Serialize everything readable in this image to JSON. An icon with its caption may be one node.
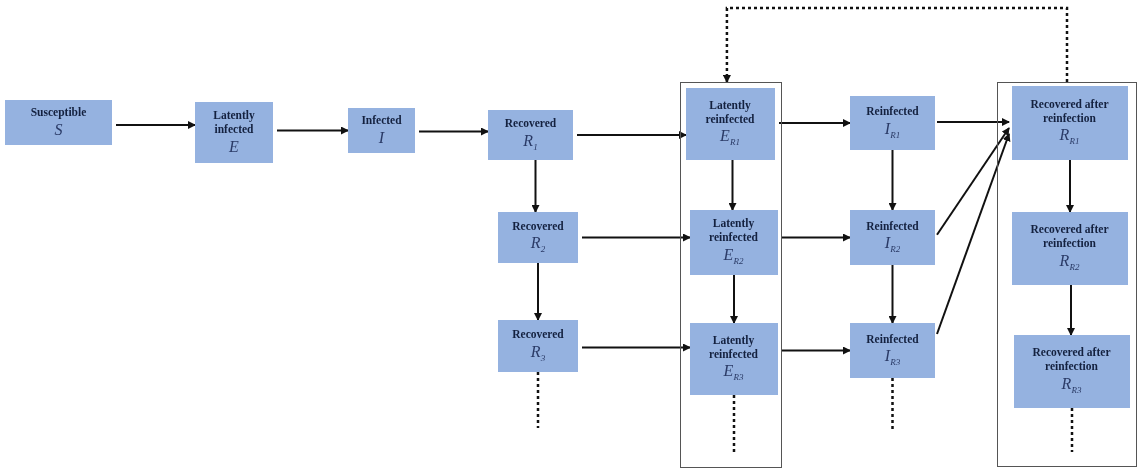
{
  "diagram": {
    "nodes": [
      {
        "text": [
          "Susceptible",
          "S"
        ]
      },
      {
        "text": [
          "Latently infected",
          "E"
        ]
      },
      {
        "text": [
          "Infected",
          "I"
        ]
      },
      {
        "text": [
          "Recovered",
          "R$_{1}$"
        ]
      },
      {
        "text": [
          "Recovered",
          "R$_{2}$"
        ]
      },
      {
        "text": [
          "Recovered",
          "R$_{3}$"
        ]
      },
      {
        "text": [],
        "shape": "box"
      },
      {
        "text": [
          "Latently reinfected",
          "E$_{R1}$"
        ],
        "in": 6
      },
      {
        "text": [
          "Latently reinfected",
          "E$_{R2}$"
        ],
        "in": 6
      },
      {
        "text": [
          "Latently reinfected",
          "E$_{R3}$"
        ],
        "in": 6
      },
      {
        "text": [
          "Reinfected",
          "I$_{R1}$"
        ]
      },
      {
        "text": [
          "Reinfected",
          "I$_{R2}$"
        ]
      },
      {
        "text": [
          "Reinfected",
          "I$_{R3}$"
        ]
      },
      {
        "text": [],
        "shape": "box"
      },
      {
        "text": [
          "Recovered after reinfection",
          "R$_{R1}$"
        ],
        "in": 13
      },
      {
        "text": [
          "Recovered after reinfection",
          "R$_{R2}$"
        ],
        "in": 13
      },
      {
        "text": [
          "Recovered after reinfection",
          "R$_{R3}$"
        ],
        "in": 13
      }
    ],
    "edges": [
      {
        "from": 0,
        "to": 1,
        "arrow": "to"
      },
      {
        "from": 1,
        "to": 2,
        "arrow": "to"
      },
      {
        "from": 2,
        "to": 3,
        "arrow": "to"
      },
      {
        "from": 3,
        "to": 4,
        "arrow": "to"
      },
      {
        "from": 4,
        "to": 5,
        "arrow": "to"
      },
      {
        "from": 3,
        "to": 7,
        "arrow": "to"
      },
      {
        "from": 4,
        "to": 8,
        "arrow": "to"
      },
      {
        "from": 5,
        "to": 9,
        "arrow": "to"
      },
      {
        "from": 7,
        "to": 8,
        "arrow": "to"
      },
      {
        "from": 8,
        "to": 9,
        "arrow": "to"
      },
      {
        "from": 7,
        "to": 10,
        "arrow": "to"
      },
      {
        "from": 8,
        "to": 11,
        "arrow": "to"
      },
      {
        "from": 9,
        "to": 12,
        "arrow": "to"
      },
      {
        "from": 10,
        "to": 11,
        "arrow": "to"
      },
      {
        "from": 11,
        "to": 12,
        "arrow": "to"
      },
      {
        "from": 10,
        "to": 14,
        "arrow": "to"
      },
      {
        "from": 11,
        "to": 14,
        "arrow": "to"
      },
      {
        "from": 12,
        "to": 14,
        "arrow": "to"
      },
      {
        "from": 14,
        "to": 15,
        "arrow": "to"
      },
      {
        "from": 15,
        "to": 16,
        "arrow": "to"
      },
      {
        "from": 13,
        "to": 6,
        "arrow": "to",
        "style": "dashed"
      },
      {
        "from": 5,
        "to": null,
        "arrow": "none",
        "style": "dashed"
      },
      {
        "from": 9,
        "to": null,
        "arrow": "none",
        "style": "dashed"
      },
      {
        "from": 12,
        "to": null,
        "arrow": "none",
        "style": "dashed"
      },
      {
        "from": 16,
        "to": null,
        "arrow": "none",
        "style": "dashed"
      }
    ]
  }
}
